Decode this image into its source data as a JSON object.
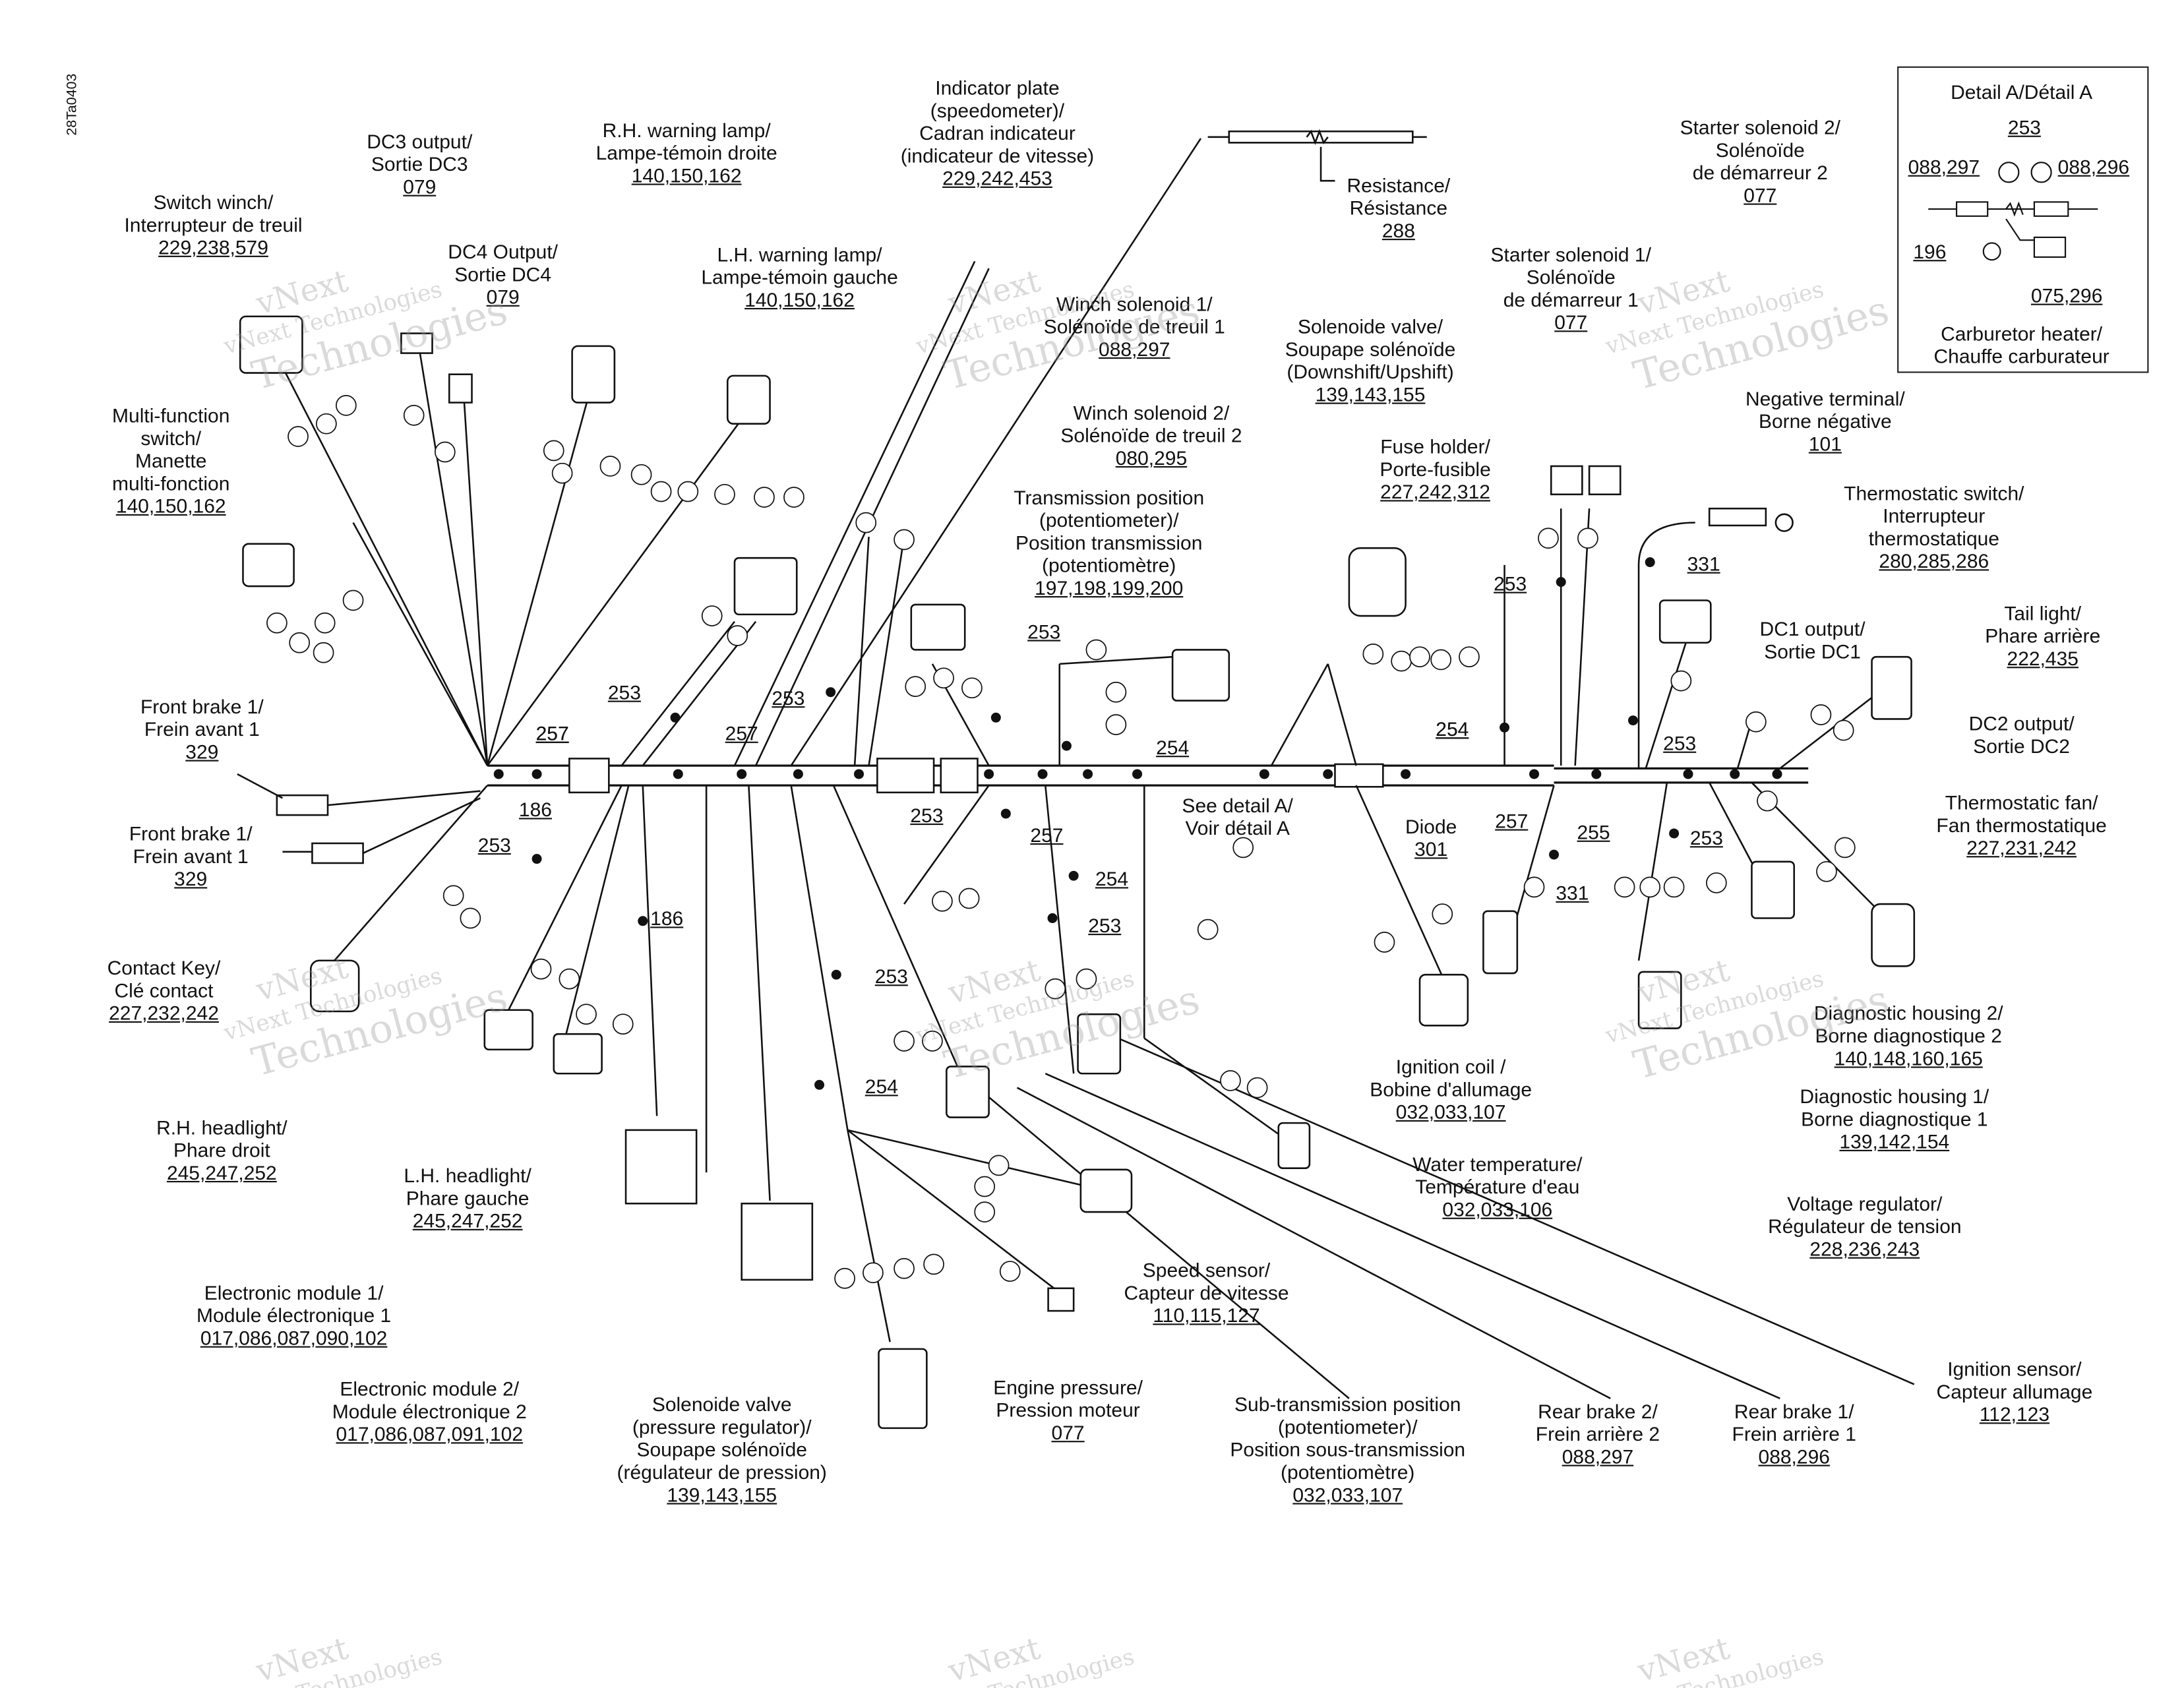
{
  "drawing_code": "28Ta0403",
  "detail": {
    "title": "Detail A/Détail A",
    "labels": [
      "253",
      "088,297",
      "088,296",
      "196",
      "075,296"
    ],
    "caption": [
      "Carburetor heater/",
      "Chauffe carburateur"
    ]
  },
  "components": [
    {
      "id": "switch-winch",
      "lines": [
        "Switch winch/",
        "Interrupteur de treuil"
      ],
      "ref": "229,238,579"
    },
    {
      "id": "dc3-output",
      "lines": [
        "DC3 output/",
        "Sortie DC3"
      ],
      "ref": "079"
    },
    {
      "id": "dc4-output",
      "lines": [
        "DC4 Output/",
        "Sortie DC4"
      ],
      "ref": "079"
    },
    {
      "id": "rh-warning-lamp",
      "lines": [
        "R.H. warning lamp/",
        "Lampe-témoin droite"
      ],
      "ref": "140,150,162"
    },
    {
      "id": "lh-warning-lamp",
      "lines": [
        "L.H. warning lamp/",
        "Lampe-témoin gauche"
      ],
      "ref": "140,150,162"
    },
    {
      "id": "indicator-plate",
      "lines": [
        "Indicator plate",
        "(speedometer)/",
        "Cadran indicateur",
        "(indicateur de vitesse)"
      ],
      "ref": "229,242,453"
    },
    {
      "id": "resistance",
      "lines": [
        "Resistance/",
        "Résistance"
      ],
      "ref": "288"
    },
    {
      "id": "winch-solenoid-1",
      "lines": [
        "Winch solenoid 1/",
        "Solénoïde de treuil 1"
      ],
      "ref": "088,297"
    },
    {
      "id": "winch-solenoid-2",
      "lines": [
        "Winch solenoid 2/",
        "Solénoïde de treuil 2"
      ],
      "ref": "080,295"
    },
    {
      "id": "solenoid-valve-shift",
      "lines": [
        "Solenoide valve/",
        "Soupape solénoïde",
        "(Downshift/Upshift)"
      ],
      "ref": "139,143,155"
    },
    {
      "id": "fuse-holder",
      "lines": [
        "Fuse holder/",
        "Porte-fusible"
      ],
      "ref": "227,242,312"
    },
    {
      "id": "starter-solenoid-1",
      "lines": [
        "Starter solenoid 1/",
        "Solénoïde",
        "de démarreur 1"
      ],
      "ref": "077"
    },
    {
      "id": "starter-solenoid-2",
      "lines": [
        "Starter solenoid 2/",
        "Solénoïde",
        "de démarreur 2"
      ],
      "ref": "077"
    },
    {
      "id": "negative-terminal",
      "lines": [
        "Negative terminal/",
        "Borne négative"
      ],
      "ref": "101"
    },
    {
      "id": "thermostatic-switch",
      "lines": [
        "Thermostatic switch/",
        "Interrupteur",
        "thermostatique"
      ],
      "ref": "280,285,286"
    },
    {
      "id": "multi-function-switch",
      "lines": [
        "Multi-function",
        "switch/",
        "Manette",
        "multi-fonction"
      ],
      "ref": "140,150,162"
    },
    {
      "id": "transmission-position",
      "lines": [
        "Transmission position",
        "(potentiometer)/",
        "Position transmission",
        "(potentiomètre)"
      ],
      "ref": "197,198,199,200"
    },
    {
      "id": "dc1-output",
      "lines": [
        "DC1 output/",
        "Sortie DC1"
      ],
      "ref": ""
    },
    {
      "id": "tail-light",
      "lines": [
        "Tail light/",
        "Phare arrière"
      ],
      "ref": "222,435"
    },
    {
      "id": "dc2-output",
      "lines": [
        "DC2 output/",
        "Sortie DC2"
      ],
      "ref": ""
    },
    {
      "id": "front-brake-1a",
      "lines": [
        "Front brake 1/",
        "Frein avant 1"
      ],
      "ref": "329"
    },
    {
      "id": "front-brake-1b",
      "lines": [
        "Front brake 1/",
        "Frein avant 1"
      ],
      "ref": "329"
    },
    {
      "id": "see-detail-a",
      "lines": [
        "See detail A/",
        "Voir détail A"
      ],
      "ref": ""
    },
    {
      "id": "diode",
      "lines": [
        "Diode"
      ],
      "ref": "301"
    },
    {
      "id": "thermostatic-fan",
      "lines": [
        "Thermostatic fan/",
        "Fan thermostatique"
      ],
      "ref": "227,231,242"
    },
    {
      "id": "contact-key",
      "lines": [
        "Contact Key/",
        "Clé contact"
      ],
      "ref": "227,232,242"
    },
    {
      "id": "rh-headlight",
      "lines": [
        "R.H. headlight/",
        "Phare droit"
      ],
      "ref": "245,247,252"
    },
    {
      "id": "lh-headlight",
      "lines": [
        "L.H. headlight/",
        "Phare gauche"
      ],
      "ref": "245,247,252"
    },
    {
      "id": "ignition-coil",
      "lines": [
        "Ignition coil /",
        "Bobine d'allumage"
      ],
      "ref": "032,033,107"
    },
    {
      "id": "diagnostic-housing-2",
      "lines": [
        "Diagnostic housing 2/",
        "Borne diagnostique 2"
      ],
      "ref": "140,148,160,165"
    },
    {
      "id": "diagnostic-housing-1",
      "lines": [
        "Diagnostic housing 1/",
        "Borne diagnostique 1"
      ],
      "ref": "139,142,154"
    },
    {
      "id": "water-temperature",
      "lines": [
        "Water temperature/",
        "Température d'eau"
      ],
      "ref": "032,033,106"
    },
    {
      "id": "voltage-regulator",
      "lines": [
        "Voltage regulator/",
        "Régulateur de tension"
      ],
      "ref": "228,236,243"
    },
    {
      "id": "speed-sensor",
      "lines": [
        "Speed sensor/",
        "Capteur de vitesse"
      ],
      "ref": "110,115,127"
    },
    {
      "id": "electronic-module-1",
      "lines": [
        "Electronic module 1/",
        "Module électronique 1"
      ],
      "ref": "017,086,087,090,102"
    },
    {
      "id": "electronic-module-2",
      "lines": [
        "Electronic module 2/",
        "Module électronique 2"
      ],
      "ref": "017,086,087,091,102"
    },
    {
      "id": "engine-pressure",
      "lines": [
        "Engine pressure/",
        "Pression moteur"
      ],
      "ref": "077"
    },
    {
      "id": "solenoid-valve-pressure",
      "lines": [
        "Solenoide valve",
        "(pressure regulator)/",
        "Soupape solénoïde",
        "(régulateur de pression)"
      ],
      "ref": "139,143,155"
    },
    {
      "id": "sub-transmission-position",
      "lines": [
        "Sub-transmission position",
        "(potentiometer)/",
        "Position sous-transmission",
        "(potentiomètre)"
      ],
      "ref": "032,033,107"
    },
    {
      "id": "rear-brake-2",
      "lines": [
        "Rear brake 2/",
        "Frein arrière 2"
      ],
      "ref": "088,297"
    },
    {
      "id": "rear-brake-1",
      "lines": [
        "Rear brake 1/",
        "Frein arrière 1"
      ],
      "ref": "088,296"
    },
    {
      "id": "ignition-sensor",
      "lines": [
        "Ignition sensor/",
        "Capteur allumage"
      ],
      "ref": "112,123"
    }
  ],
  "segment_numbers": [
    "257",
    "186",
    "253",
    "186",
    "253",
    "257",
    "253",
    "253",
    "257",
    "253",
    "254",
    "254",
    "253",
    "257",
    "254",
    "253",
    "331",
    "254",
    "255",
    "253",
    "257",
    "253",
    "331",
    "254",
    "253"
  ],
  "watermark": {
    "line1": "vNext",
    "line2": "vNext Technologies",
    "line3": "Technologies"
  }
}
